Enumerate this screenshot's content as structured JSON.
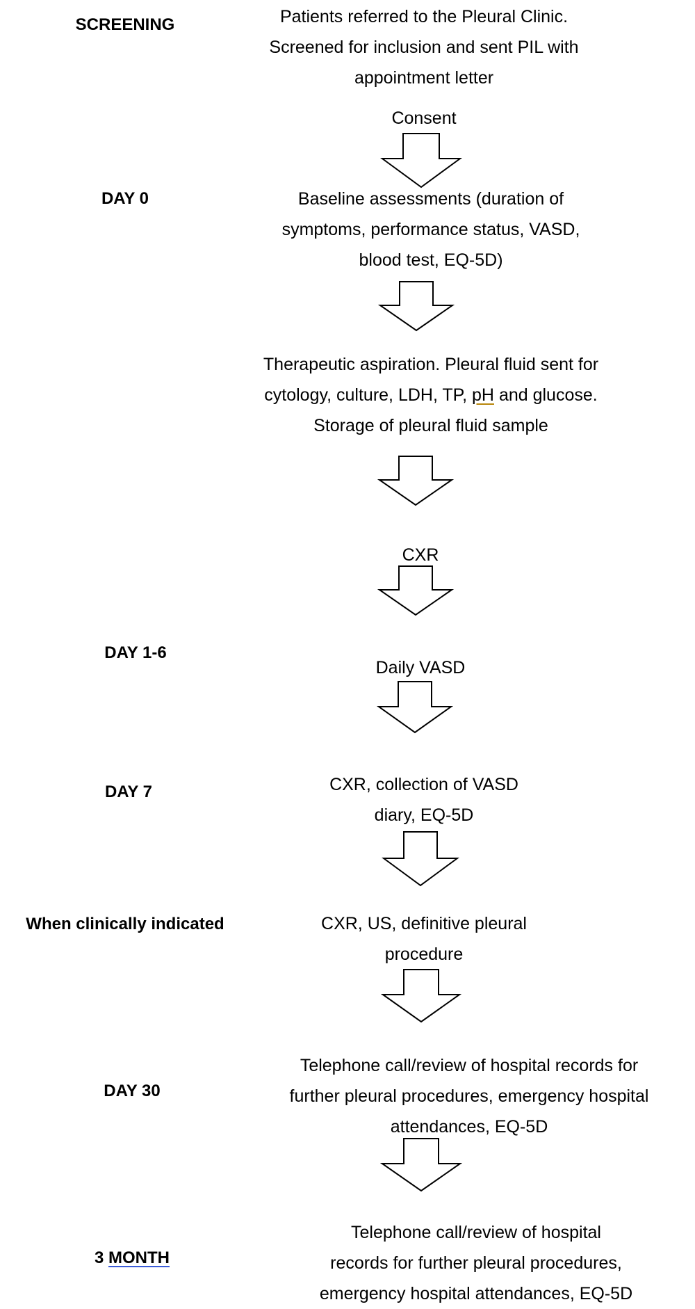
{
  "stages": {
    "screening": "SCREENING",
    "day0": "DAY 0",
    "day1_6": "DAY 1-6",
    "day7": "DAY 7",
    "clinical": "When clinically indicated",
    "day30": "DAY 30",
    "month3_prefix": "3",
    "month3_word": "MONTH"
  },
  "steps": {
    "screening": [
      "Patients referred to the Pleural Clinic.",
      "Screened for inclusion and sent PIL with",
      "appointment letter"
    ],
    "consent": "Consent",
    "baseline": [
      "Baseline assessments (duration of",
      "symptoms, performance status, VASD,",
      "blood test, EQ-5D)"
    ],
    "aspiration": {
      "line1": "Therapeutic aspiration. Pleural fluid sent for",
      "line2_pre": "cytology, culture, LDH, TP,",
      "line2_ph": "pH",
      "line2_post": "and glucose.",
      "line3": "Storage of pleural fluid sample"
    },
    "cxr": "CXR",
    "daily_vasd": "Daily VASD",
    "day7": [
      "CXR, collection of VASD",
      "diary, EQ-5D"
    ],
    "clinical": [
      "CXR, US, definitive pleural",
      "procedure"
    ],
    "day30": [
      "Telephone call/review of hospital records for",
      "further pleural procedures, emergency hospital",
      "attendances, EQ-5D"
    ],
    "month3": [
      "Telephone call/review of hospital",
      "records for further pleural procedures,",
      "emergency hospital attendances, EQ-5D"
    ]
  }
}
